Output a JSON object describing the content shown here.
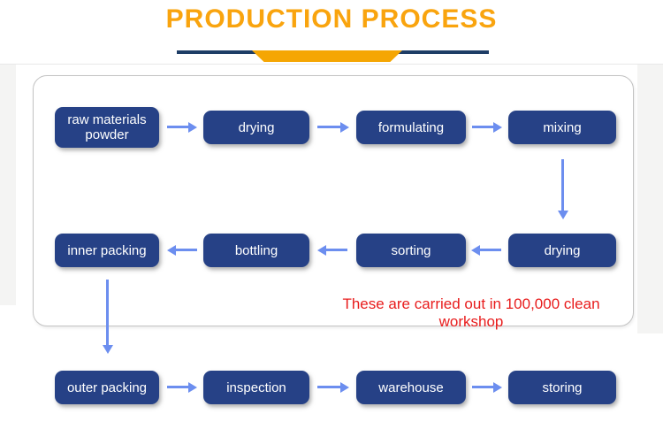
{
  "title": "PRODUCTION PROCESS",
  "note": "These are carried out in 100,000 clean workshop",
  "rows": [
    {
      "name": "row-1",
      "flow_direction": "right",
      "boxes": [
        "raw materials powder",
        "drying",
        "formulating",
        "mixing"
      ]
    },
    {
      "name": "row-2",
      "flow_direction": "left",
      "boxes": [
        "inner packing",
        "bottling",
        "sorting",
        "drying"
      ]
    },
    {
      "name": "row-3",
      "flow_direction": "right",
      "boxes": [
        "outer packing",
        "inspection",
        "warehouse",
        "storing"
      ]
    }
  ],
  "icons": {
    "arrow_right": "right-arrow",
    "arrow_left": "left-arrow",
    "arrow_down": "down-arrow"
  },
  "colors": {
    "title_orange": "#F9A40E",
    "ribbon_orange": "#F5A603",
    "ribbon_navy": "#1E3D66",
    "box_navy": "#264186",
    "arrow_blue": "#6C8EEF",
    "note_red": "#E81C1C",
    "panel_border": "#C3C3C3",
    "gutter_gray": "#F4F4F3"
  }
}
